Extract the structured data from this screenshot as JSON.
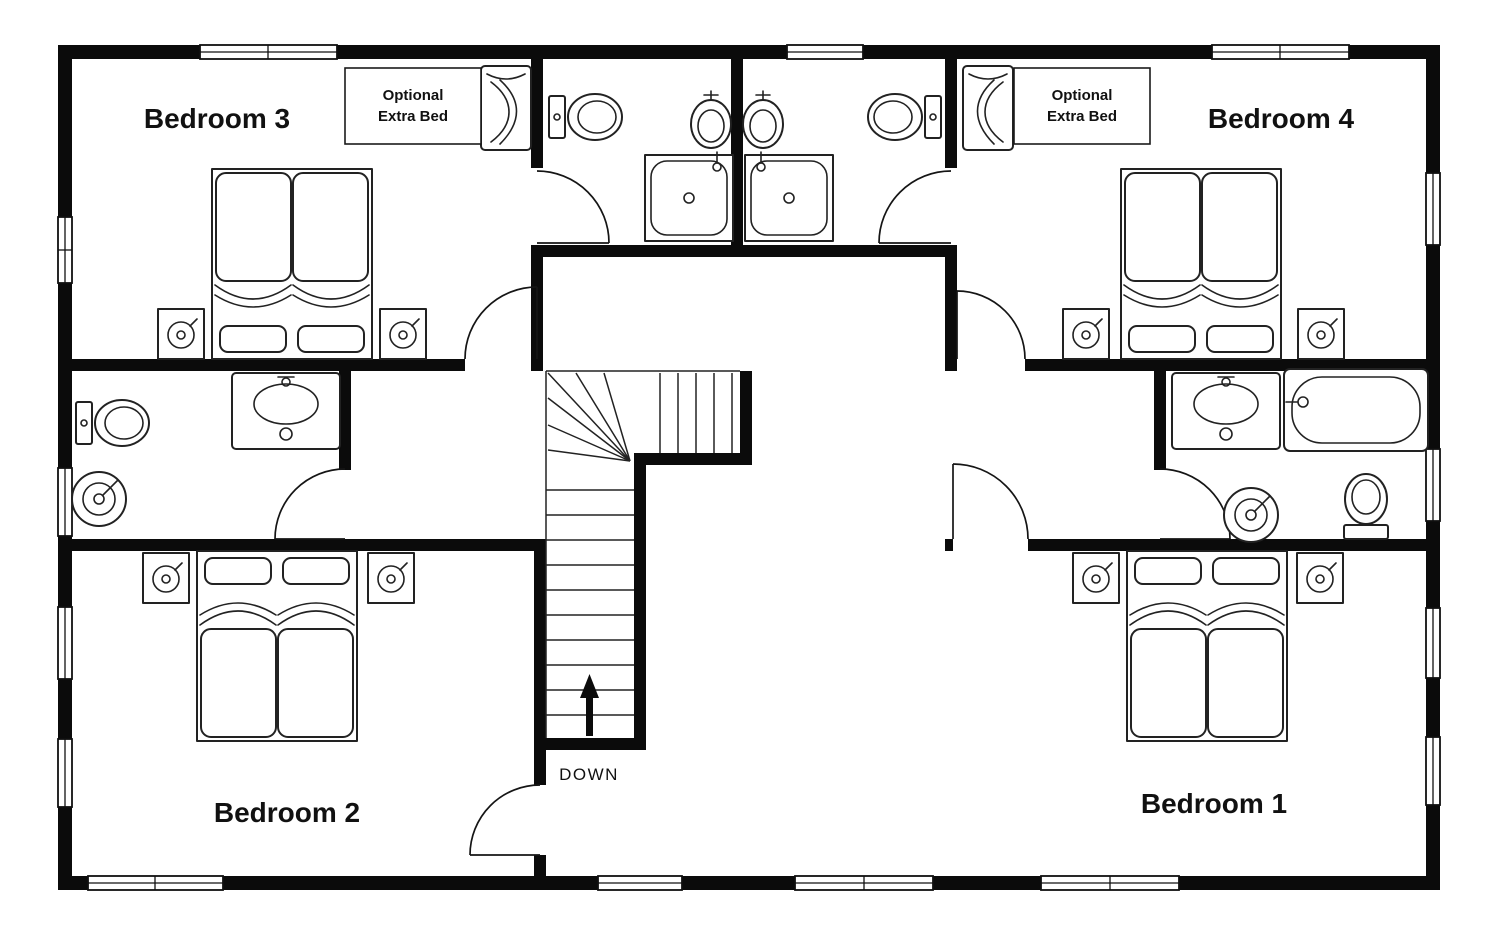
{
  "rooms": {
    "bedroom3": {
      "label": "Bedroom 3"
    },
    "bedroom4": {
      "label": "Bedroom 4"
    },
    "bedroom2": {
      "label": "Bedroom 2"
    },
    "bedroom1": {
      "label": "Bedroom 1"
    }
  },
  "annotations": {
    "extra_bed_left": {
      "line1": "Optional",
      "line2": "Extra Bed"
    },
    "extra_bed_right": {
      "line1": "Optional",
      "line2": "Extra Bed"
    },
    "stairs": {
      "label": "DOWN"
    }
  },
  "colors": {
    "wall": "#0b0b0b",
    "line": "#222222",
    "text": "#111111",
    "background": "#ffffff"
  }
}
